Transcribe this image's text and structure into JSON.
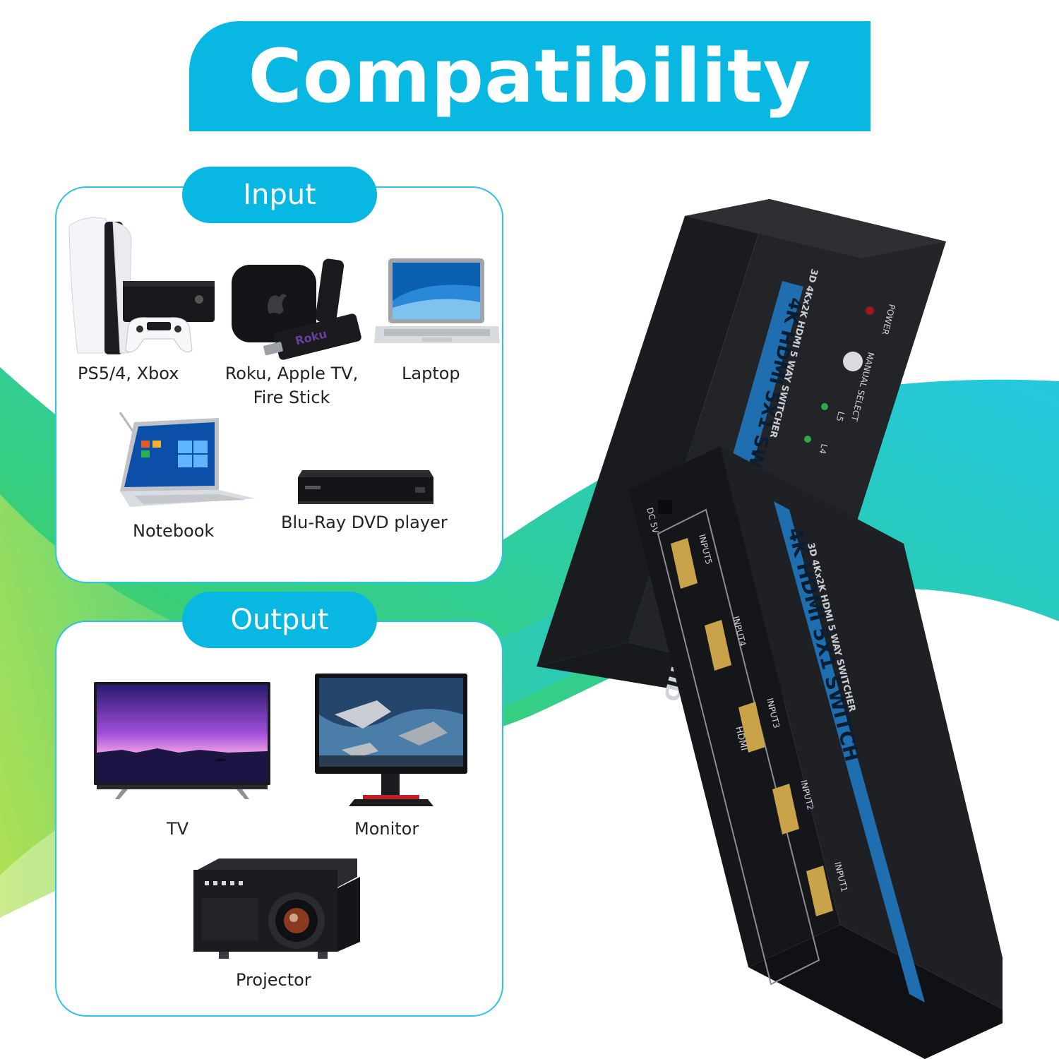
{
  "title": "Compatibility",
  "input": {
    "heading": "Input",
    "items": [
      {
        "icon": "ps5-xbox-icon",
        "label": "PS5/4, Xbox"
      },
      {
        "icon": "roku-appletv-firestick-icon",
        "label_line1": "Roku, Apple TV,",
        "label_line2": "Fire Stick"
      },
      {
        "icon": "laptop-icon",
        "label": "Laptop"
      },
      {
        "icon": "notebook-icon",
        "label": "Notebook"
      },
      {
        "icon": "bluray-player-icon",
        "label": "Blu-Ray DVD player"
      }
    ]
  },
  "output": {
    "heading": "Output",
    "items": [
      {
        "icon": "tv-icon",
        "label": "TV"
      },
      {
        "icon": "monitor-icon",
        "label": "Monitor"
      },
      {
        "icon": "projector-icon",
        "label": "Projector"
      }
    ]
  },
  "device_text": {
    "front_label": "4K HDMI 5X1 SWITCH",
    "front_sub": "3D 4Kx2K HDMI 5 WAY SWITCHER",
    "ports": [
      "INPUT5",
      "INPUT4",
      "INPUT3",
      "INPUT2",
      "INPUT1"
    ],
    "dc": "DC 5V",
    "hdmi": "HDMI",
    "back_label": "4K HDMI 5X1 SWITCH",
    "back_sub": "3D 4Kx2K HDMI 5 WAY SWITCHER",
    "power": "POWER",
    "manual_select": "MANUAL SELECT",
    "leds": [
      "L5",
      "L4"
    ],
    "back_partial": "HD",
    "brand_roku": "Roku"
  },
  "colors": {
    "accent": "#08b7e2",
    "wave_green": "#2ecc71",
    "wave_lime": "#8bd63f",
    "device_body": "#1a1c1f",
    "device_stripe": "#1f6fb0"
  }
}
